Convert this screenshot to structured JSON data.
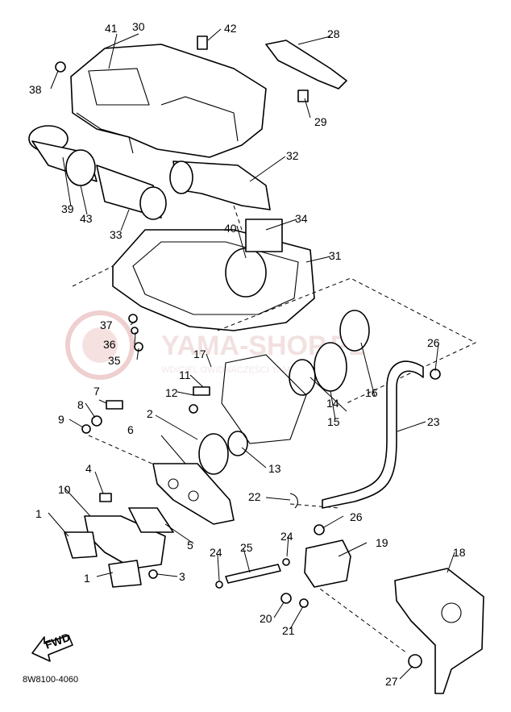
{
  "diagram_code": "8W8100-4060",
  "watermark": {
    "brand": "YAMA-SHOP.PL",
    "tagline": "WDICIEL OWIDNACZĘŚCI YAMAHA",
    "color": "#d9a3a3"
  },
  "front_arrow_label": "FWD",
  "callouts": [
    "1",
    "1",
    "2",
    "3",
    "4",
    "5",
    "6",
    "7",
    "8",
    "9",
    "10",
    "11",
    "12",
    "13",
    "14",
    "15",
    "16",
    "17",
    "18",
    "19",
    "20",
    "21",
    "22",
    "23",
    "24",
    "24",
    "25",
    "26",
    "26",
    "27",
    "28",
    "29",
    "30",
    "31",
    "32",
    "33",
    "34",
    "35",
    "36",
    "37",
    "38",
    "39",
    "40",
    "41",
    "42",
    "43"
  ]
}
